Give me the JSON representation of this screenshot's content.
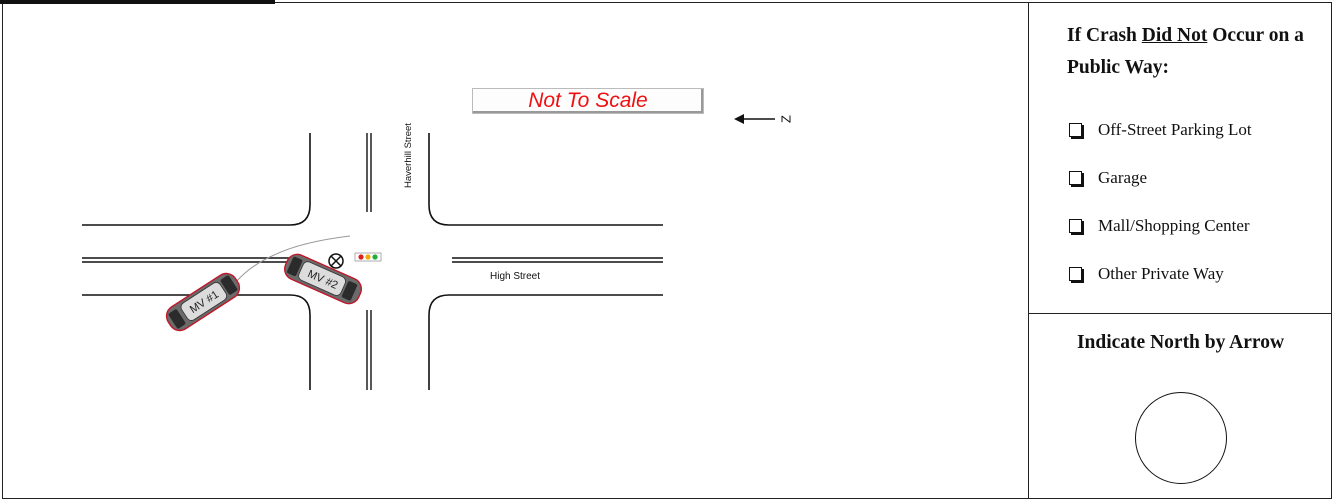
{
  "diagram": {
    "scale_note": "Not To Scale",
    "north_marker": "Z",
    "streets": {
      "vertical": "Haverhill Street",
      "horizontal": "High Street"
    },
    "vehicles": [
      {
        "label": "MV #1"
      },
      {
        "label": "MV #2"
      }
    ],
    "colors": {
      "scale_text": "#e11111",
      "vehicle_body": "#6b6b6b",
      "vehicle_trim": "#c0182a",
      "signal_red": "#e02020",
      "signal_yellow": "#f2a900",
      "signal_green": "#1fae3a"
    }
  },
  "sidebar": {
    "title_prefix": "If Crash ",
    "title_emphasis": "Did Not",
    "title_suffix": " Occur on a Public Way:",
    "options": [
      {
        "label": "Off-Street Parking Lot"
      },
      {
        "label": "Garage"
      },
      {
        "label": "Mall/Shopping Center"
      },
      {
        "label": "Other Private Way"
      }
    ],
    "north_prompt": "Indicate North by Arrow"
  }
}
